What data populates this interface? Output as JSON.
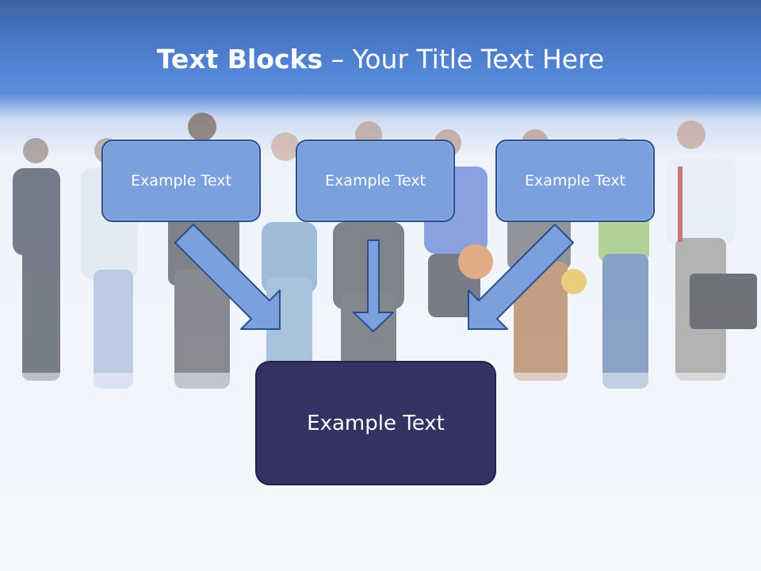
{
  "title": {
    "bold": "Text Blocks",
    "separator": "–",
    "rest": "Your Title Text Here"
  },
  "boxes": [
    {
      "label": "Example Text"
    },
    {
      "label": "Example Text"
    },
    {
      "label": "Example Text"
    }
  ],
  "target": {
    "label": "Example Text"
  },
  "colors": {
    "header": "#4b7ccb",
    "box_fill": "#7aa0dd",
    "box_border": "#2c4f8c",
    "target_fill": "#343163",
    "arrow_fill": "#7aa0dd"
  },
  "background_image": "group-of-workers-photo"
}
